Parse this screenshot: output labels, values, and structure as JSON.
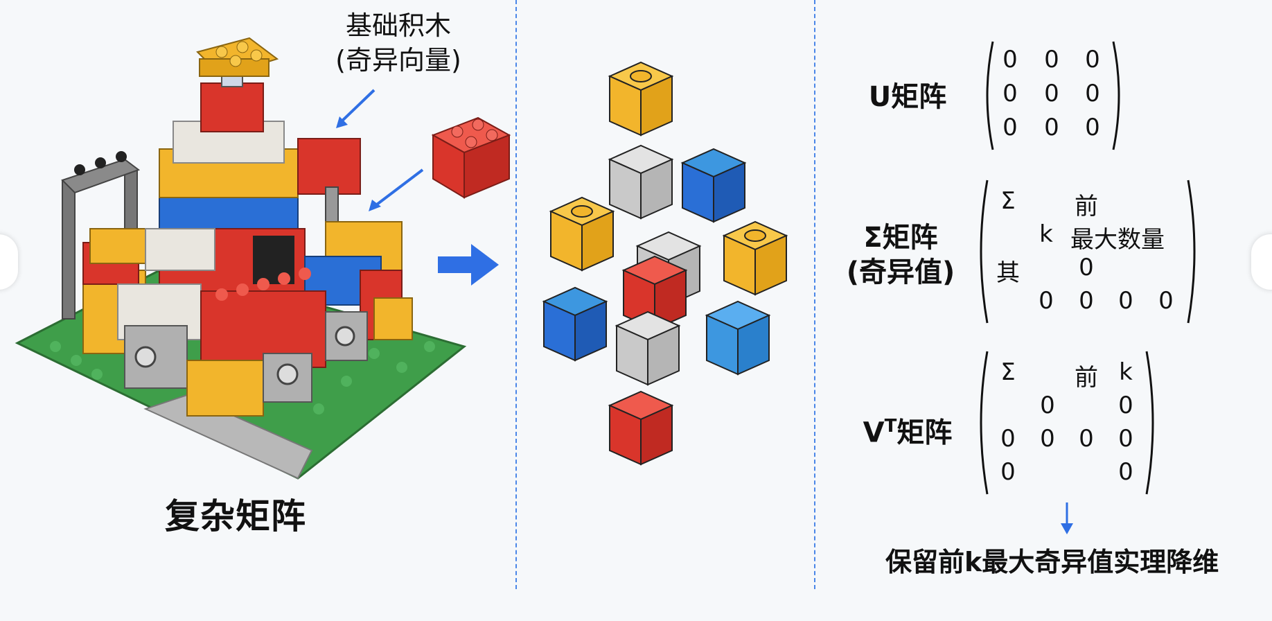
{
  "left_panel": {
    "title": "复杂矩阵",
    "callout_line1": "基础积木",
    "callout_line2": "(奇异向量)"
  },
  "middle_panel": {},
  "right_panel": {
    "u_matrix": {
      "label": "U矩阵",
      "cells": [
        "0",
        "0",
        "0",
        "0",
        "0",
        "0",
        "0",
        "0",
        "0"
      ]
    },
    "sigma_matrix": {
      "label_line1": "Σ矩阵",
      "label_line2": "(奇异值)",
      "cells": [
        "Σ",
        "前",
        "k",
        "最大数量",
        "其",
        "0",
        "0",
        "0",
        "0",
        "0"
      ]
    },
    "vt_matrix": {
      "label_prefix": "V",
      "label_sup": "T",
      "label_suffix": "矩阵",
      "cells": [
        "Σ",
        "前",
        "k",
        "0",
        "0",
        "0",
        "0",
        "0",
        "0",
        "0",
        "0"
      ]
    },
    "conclusion": "保留前k最大奇异值实理降维"
  },
  "colors": {
    "accent_blue": "#2f6fe4",
    "brick_red": "#d9352b",
    "brick_yellow": "#f2b52c",
    "brick_blue": "#2a6fd6",
    "brick_lightblue": "#3d97e0",
    "brick_gray": "#c9c9c9",
    "brick_white": "#e9e6df",
    "baseplate_green": "#3f9e4a"
  }
}
